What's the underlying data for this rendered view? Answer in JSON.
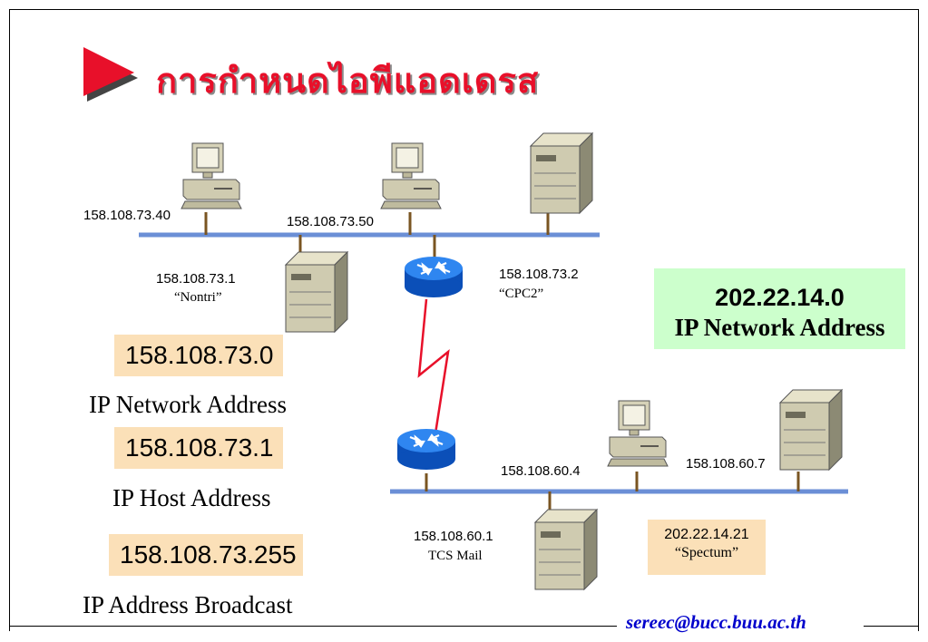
{
  "title": "การกำหนดไอพีแอดเดรส",
  "network1": {
    "host_left": "158.108.73.40",
    "host_mid": "158.108.73.50",
    "server_ip": "158.108.73.1",
    "server_name": "“Nontri”",
    "router_ip": "158.108.73.2",
    "router_name": "“CPC2”"
  },
  "network2": {
    "host_ip": "158.108.60.4",
    "server_right_ip": "158.108.60.7",
    "server_ip": "158.108.60.1",
    "server_name": "TCS Mail",
    "spectum_ip": "202.22.14.21",
    "spectum_name": "“Spectum”"
  },
  "green_box": {
    "address": "202.22.14.0",
    "caption": "IP Network Address"
  },
  "legend": [
    {
      "value": "158.108.73.0",
      "caption": "IP Network Address"
    },
    {
      "value": "158.108.73.1",
      "caption": "IP Host Address"
    },
    {
      "value": "158.108.73.255",
      "caption": "IP Address Broadcast"
    }
  ],
  "footer_email": "sereec@bucc.buu.ac.th",
  "colors": {
    "title": "#e8102a",
    "bus": "#6b8fd6",
    "link": "#e8102a",
    "router": "#1e6fe0",
    "label_box": "#fbe0b8",
    "green_box": "#ccffcc",
    "email": "#0000cc"
  }
}
